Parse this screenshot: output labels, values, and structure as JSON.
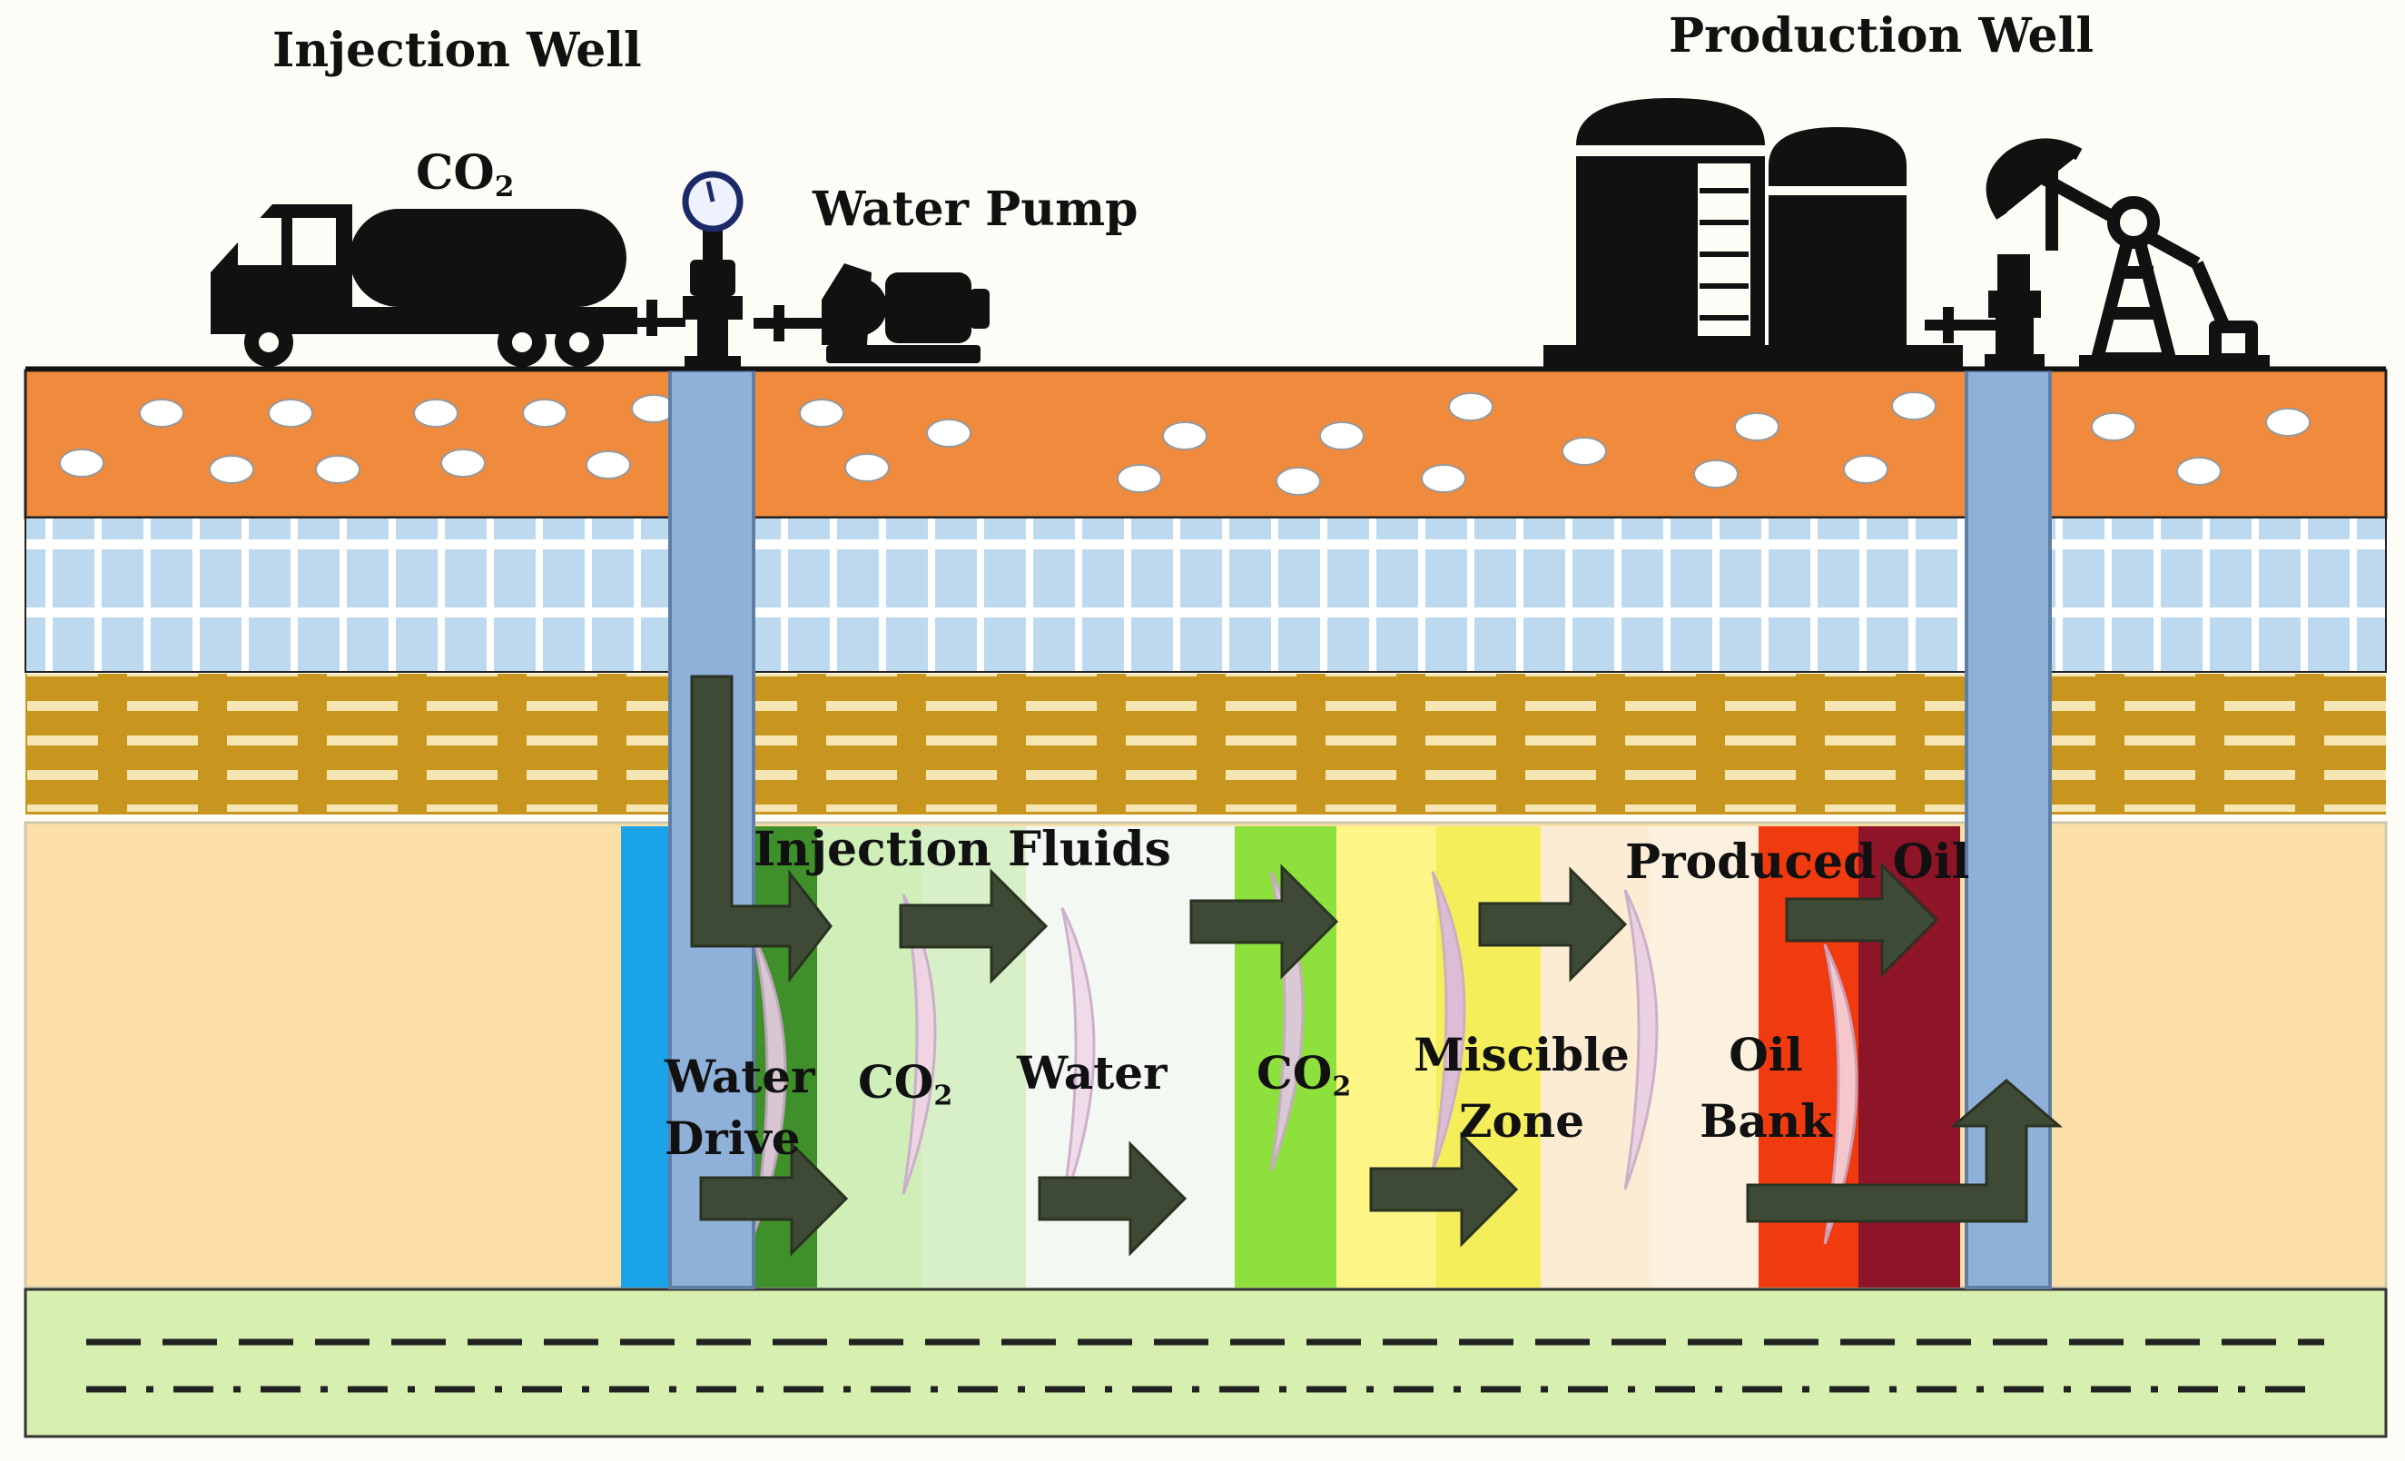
{
  "labels": {
    "injection_well": "Injection Well",
    "production_well": "Production Well",
    "truck_co2_main": "CO",
    "truck_co2_sub": "2",
    "water_pump": "Water Pump",
    "injection_fluids": "Injection Fluids",
    "produced_oil": "Produced Oil",
    "water_drive_line1": "Water",
    "water_drive_line2": "Drive",
    "co2_zone_main": "CO",
    "co2_zone_sub": "2",
    "water_zone": "Water",
    "co2_zone2_main": "CO",
    "co2_zone2_sub": "2",
    "miscible_line1": "Miscible",
    "miscible_line2": "Zone",
    "oil_bank_line1": "Oil",
    "oil_bank_line2": "Bank"
  },
  "colors": {
    "orange_layer": "#f08a3c",
    "blue_grid_layer": "#bcd9ef",
    "brown_layer": "#c8961e",
    "reservoir": "#fbdfa6",
    "bottom_layer": "#d7f0b0",
    "well_pipe": "#8fb0d8",
    "arrow": "#3e4a36",
    "water_drive_blue": "#1aa3e8",
    "co2_green": "#55b038",
    "co2_bright_green": "#8ee03c",
    "miscible_yellow": "#f3ee5a",
    "oil_red": "#f03a10",
    "oil_dark_red": "#8e1428"
  },
  "icons": [
    "co2-truck-icon",
    "pressure-gauge-icon",
    "water-pump-icon",
    "storage-tank-icon",
    "pumpjack-icon"
  ]
}
